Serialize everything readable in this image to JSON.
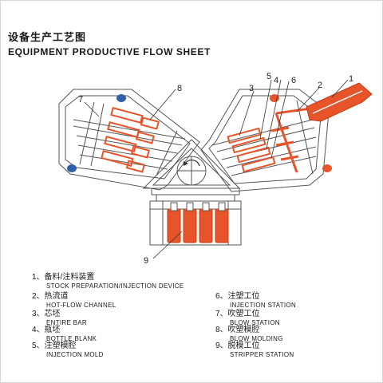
{
  "title_cn": "设备生产工艺图",
  "title_en": "EQUIPMENT PRODUCTIVE FLOW SHEET",
  "callouts": [
    "1",
    "2",
    "3",
    "4",
    "5",
    "6",
    "7",
    "8",
    "9"
  ],
  "legend": [
    {
      "cn": "1、备料/注料装置",
      "en": "STOCK PREPARATION/INJECTION DEVICE"
    },
    {
      "cn": "2、热流道",
      "en": "HOT-FLOW CHANNEL"
    },
    {
      "cn": "3、芯坯",
      "en": "ENTIRE BAR"
    },
    {
      "cn": "4、瓶坯",
      "en": "BOTTLE BLANK"
    },
    {
      "cn": "5、注塑模腔",
      "en": "INJECTION MOLD"
    },
    {
      "cn": "6、注塑工位",
      "en": "INJECTION STATION"
    },
    {
      "cn": "7、吹塑工位",
      "en": "BLOW STATION"
    },
    {
      "cn": "8、吹塑模腔",
      "en": "BLOW MOLDING"
    },
    {
      "cn": "9、脱模工位",
      "en": "STRIPPER STATION"
    }
  ],
  "colors": {
    "accent": "#e8542a",
    "line": "#555555",
    "blue": "#2f5fa8"
  }
}
